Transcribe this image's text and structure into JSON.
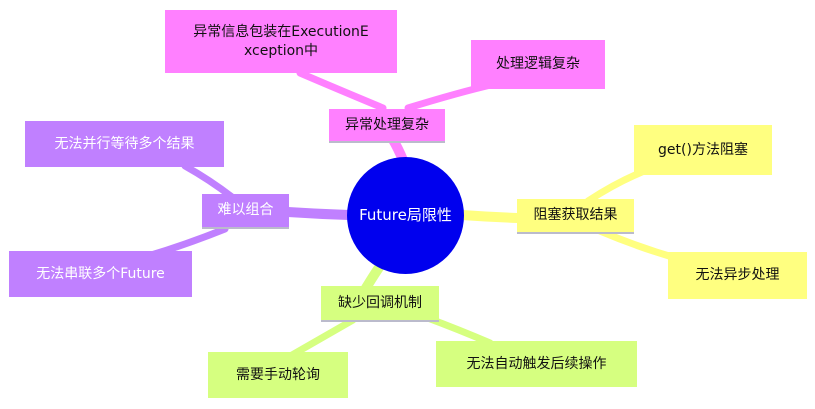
{
  "root": {
    "label": "Future局限性",
    "color": "#0000ee"
  },
  "branches": {
    "exception": {
      "label": "异常处理复杂",
      "color": "#ff80ff",
      "children": [
        "异常信息包装在ExecutionE xception中",
        "处理逻辑复杂"
      ]
    },
    "blocking": {
      "label": "阻塞获取结果",
      "color": "#ffff80",
      "children": [
        "get()方法阻塞",
        "无法异步处理"
      ]
    },
    "combine": {
      "label": "难以组合",
      "color": "#c080ff",
      "children": [
        "无法并行等待多个结果",
        "无法串联多个Future"
      ]
    },
    "callback": {
      "label": "缺少回调机制",
      "color": "#d6ff80",
      "children": [
        "需要手动轮询",
        "无法自动触发后续操作"
      ]
    }
  }
}
